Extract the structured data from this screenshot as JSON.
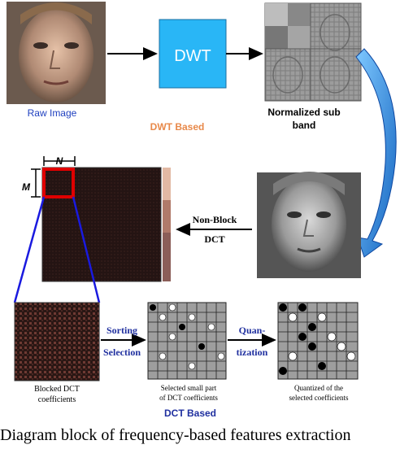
{
  "labels": {
    "raw_image": "Raw Image",
    "dwt": "DWT",
    "normalized_line1": "Normalized sub",
    "normalized_line2": "band",
    "dwt_based": "DWT Based",
    "dim_n": "N",
    "dim_m": "M",
    "non_block_line1": "Non-Block",
    "non_block_line2": "DCT",
    "sorting": "Sorting",
    "selection": "Selection",
    "quan": "Quan-",
    "tization": "tization",
    "blocked_line1": "Blocked DCT",
    "blocked_line2": "coefficients",
    "selected_line1": "Selected  small part",
    "selected_line2": "of DCT coefficients",
    "quantized_line1": "Quantized of the",
    "quantized_line2": "selected coefficients",
    "dct_based": "DCT Based",
    "caption": "Diagram block of frequency-based features extraction"
  },
  "colors": {
    "dwt_box": "#29b6f6",
    "dwt_based": "#e8894a",
    "dct_based": "#1f2f9f",
    "raw_image_label": "#1e3fbf",
    "curved_arrow": "#1e88e5",
    "selection_box": "#e00000",
    "zoom_lines": "#1a1adf"
  }
}
